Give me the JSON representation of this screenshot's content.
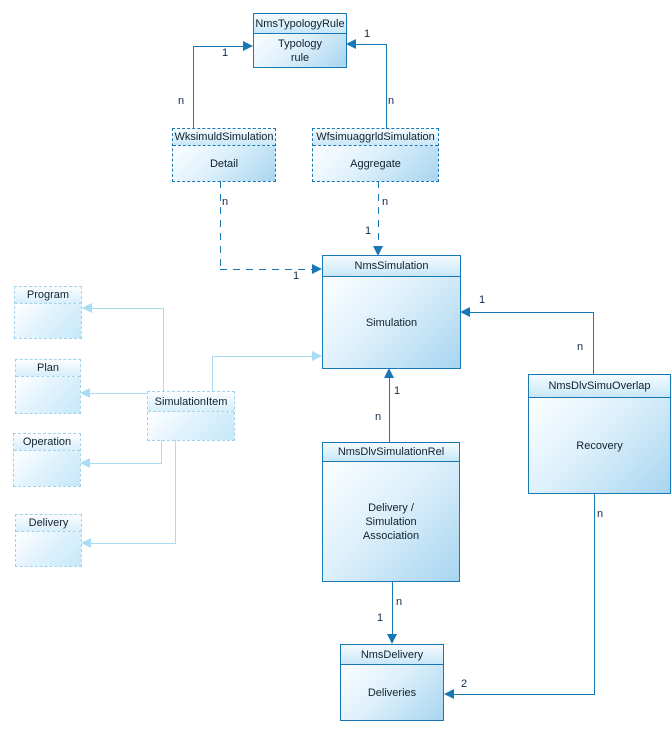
{
  "diagram": {
    "type": "uml-class-diagram",
    "background_color": "#ffffff",
    "colors": {
      "primary_line": "#1878b6",
      "secondary_line": "#a9dcf5",
      "box_fill_light": "#fcfeff",
      "box_fill_dark": "#a8d5f0",
      "text": "#10222e"
    },
    "entities": {
      "nmsTypologyRule": {
        "name": "NmsTypologyRule",
        "label": "Typology\nrule"
      },
      "wksimuldSimulation": {
        "name": "WksimuldSimulation",
        "label": "Detail"
      },
      "wfsimuaggrldSimulation": {
        "name": "WfsimuaggrldSimulation",
        "label": "Aggregate"
      },
      "nmsSimulation": {
        "name": "NmsSimulation",
        "label": "Simulation"
      },
      "simulationItem": {
        "name": "SimulationItem",
        "label": ""
      },
      "program": {
        "name": "Program",
        "label": ""
      },
      "plan": {
        "name": "Plan",
        "label": ""
      },
      "operation": {
        "name": "Operation",
        "label": ""
      },
      "delivery": {
        "name": "Delivery",
        "label": ""
      },
      "nmsDlvSimuOverlap": {
        "name": "NmsDlvSimuOverlap",
        "label": "Recovery"
      },
      "nmsDlvSimulationRel": {
        "name": "NmsDlvSimulationRel",
        "label": "Delivery /\nSimulation\nAssociation"
      },
      "nmsDelivery": {
        "name": "NmsDelivery",
        "label": "Deliveries"
      }
    },
    "relationships": [
      {
        "from": "WksimuldSimulation",
        "to": "NmsTypologyRule",
        "from_mult": "n",
        "to_mult": "1",
        "style": "solid"
      },
      {
        "from": "WfsimuaggrldSimulation",
        "to": "NmsTypologyRule",
        "from_mult": "n",
        "to_mult": "1",
        "style": "solid"
      },
      {
        "from": "WksimuldSimulation",
        "to": "NmsSimulation",
        "from_mult": "n",
        "to_mult": "1",
        "style": "dashed"
      },
      {
        "from": "WfsimuaggrldSimulation",
        "to": "NmsSimulation",
        "from_mult": "n",
        "to_mult": "1",
        "style": "dashed"
      },
      {
        "from": "NmsDlvSimuOverlap",
        "to": "NmsSimulation",
        "from_mult": "n",
        "to_mult": "1",
        "style": "solid"
      },
      {
        "from": "NmsDlvSimulationRel",
        "to": "NmsSimulation",
        "from_mult": "n",
        "to_mult": "1",
        "style": "solid"
      },
      {
        "from": "NmsDlvSimulationRel",
        "to": "NmsDelivery",
        "from_mult": "n",
        "to_mult": "1",
        "style": "solid"
      },
      {
        "from": "NmsDlvSimuOverlap",
        "to": "NmsDelivery",
        "from_mult": "n",
        "to_mult": "2",
        "style": "solid"
      },
      {
        "from": "SimulationItem",
        "to": "Program",
        "style": "light"
      },
      {
        "from": "SimulationItem",
        "to": "Plan",
        "style": "light"
      },
      {
        "from": "SimulationItem",
        "to": "Operation",
        "style": "light"
      },
      {
        "from": "SimulationItem",
        "to": "Delivery",
        "style": "light"
      },
      {
        "from": "SimulationItem",
        "to": "NmsSimulation",
        "style": "light"
      }
    ]
  }
}
